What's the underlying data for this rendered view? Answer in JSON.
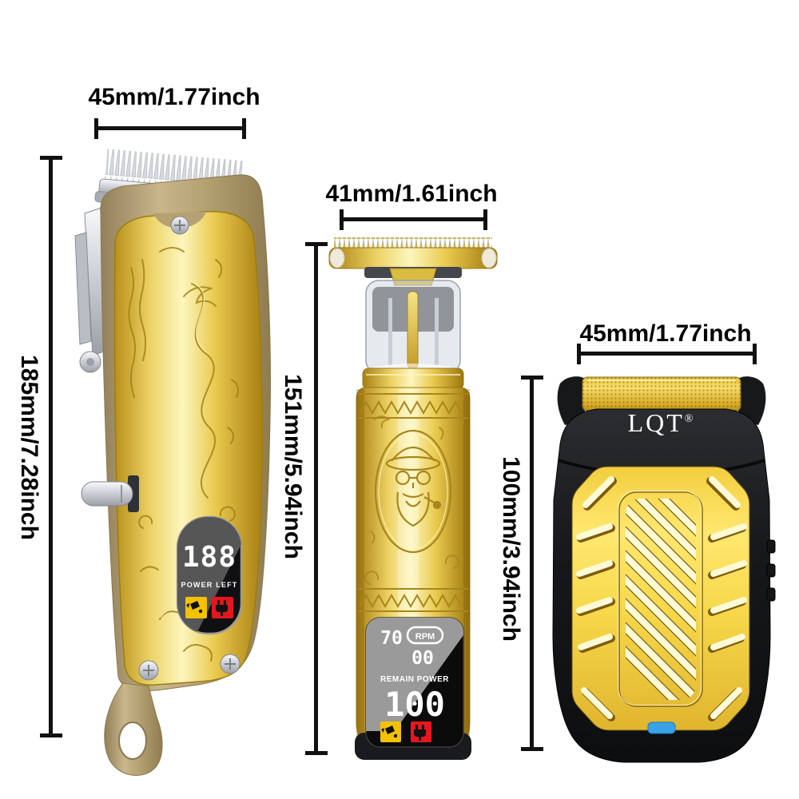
{
  "page": {
    "background": "#ffffff"
  },
  "dimensions": {
    "clipper": {
      "width": "45mm/1.77inch",
      "height": "185mm/7.28inch"
    },
    "trimmer": {
      "width": "41mm/1.61inch",
      "height": "151mm/5.94inch"
    },
    "shaver": {
      "width": "45mm/1.77inch",
      "height": "100mm/3.94inch"
    }
  },
  "clipper_display": {
    "digits": "188",
    "caption": "POWER LEFT",
    "oil_icon": "oil-lubricate-icon",
    "charge_icon": "charging-plug-icon"
  },
  "trimmer_display": {
    "rpm_value": "7000",
    "rpm_line1": "70",
    "rpm_line2": "00",
    "rpm_badge": "RPM",
    "caption": "REMAIN POWER",
    "battery": "100",
    "oil_icon": "oil-lubricate-icon",
    "charge_icon": "charging-plug-icon"
  },
  "shaver": {
    "brand": "LQT",
    "registered_mark": "®"
  },
  "colors": {
    "gold": "#e9cd55",
    "gold_bright": "#fdf6bd",
    "gold_dark": "#a87f12",
    "tan": "#b5a273",
    "black_body": "#17181b",
    "silver": "#c9ccd2",
    "display_black": "#0b0b0c",
    "digit_white": "#ffffff",
    "warn_yellow": "#f2c100",
    "alert_red": "#e5161f",
    "indicator_blue": "#3aa3e8",
    "annotation": "#000000"
  }
}
